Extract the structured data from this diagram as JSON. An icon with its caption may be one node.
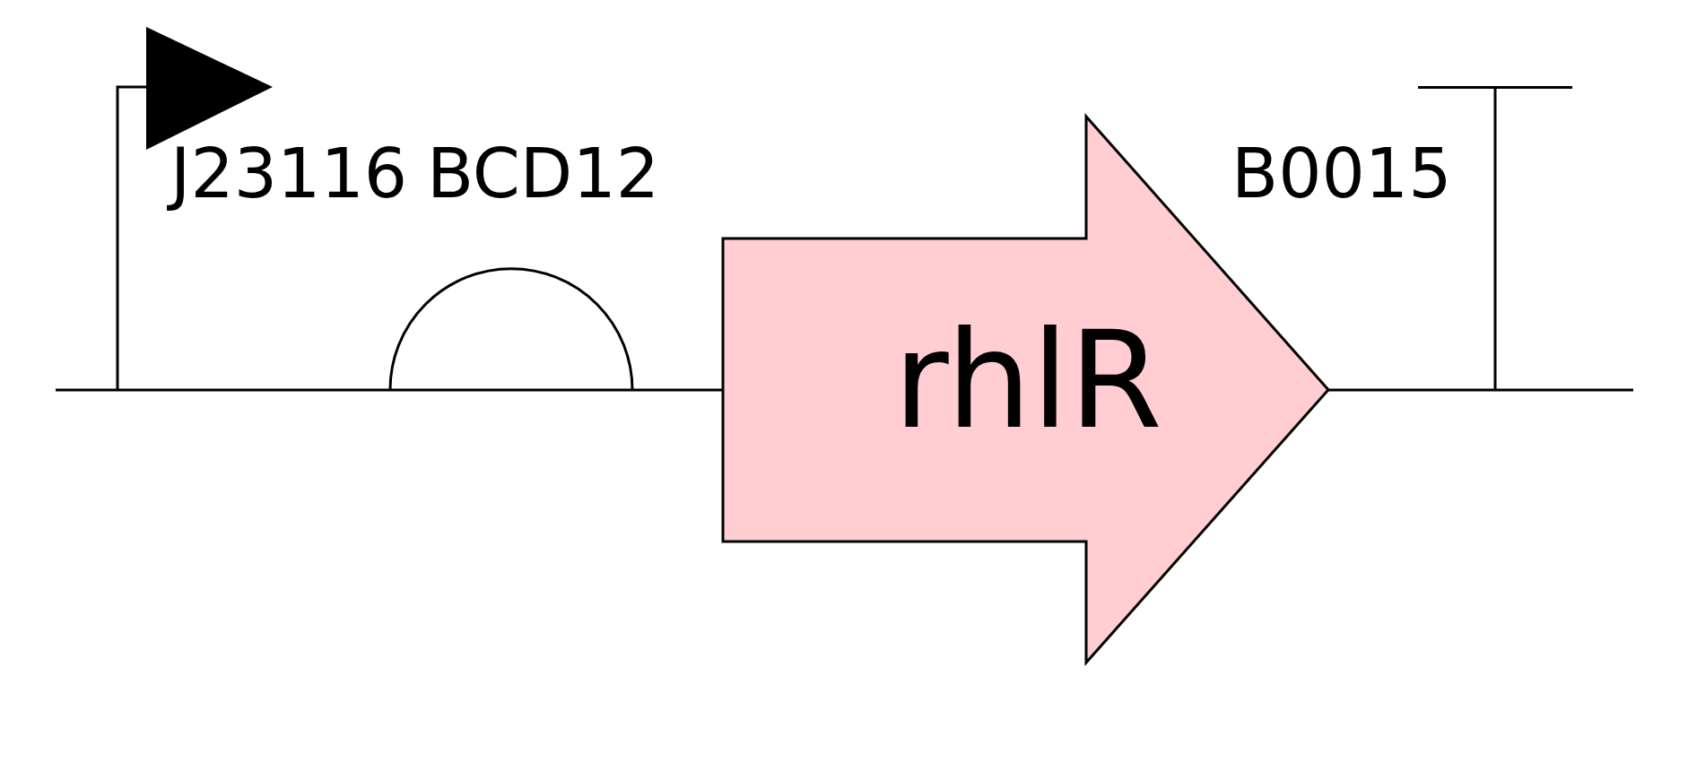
{
  "diagram": {
    "nodes": [
      {
        "text": [
          "J23116"
        ]
      },
      {
        "text": [
          "BCD12"
        ]
      },
      {
        "text": [
          "rhlR"
        ]
      },
      {
        "text": [
          "B0015"
        ]
      }
    ]
  }
}
